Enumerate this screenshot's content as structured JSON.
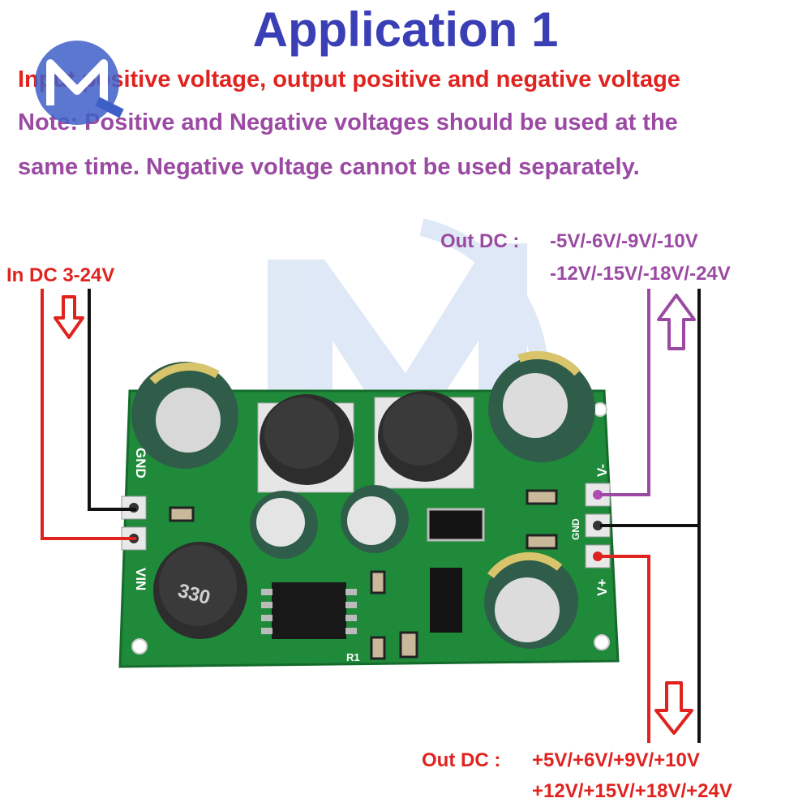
{
  "header": {
    "title": "Application 1",
    "subtitle": "Input positive voltage, output positive and negative voltage",
    "note_line1": "Note: Positive and Negative voltages should be used at the",
    "note_line2": "same time. Negative voltage cannot be used separately."
  },
  "input": {
    "label": "In DC 3-24V"
  },
  "negative_output": {
    "prefix": "Out DC :",
    "line1": "-5V/-6V/-9V/-10V",
    "line2": "-12V/-15V/-18V/-24V"
  },
  "positive_output": {
    "prefix": "Out DC :",
    "line1": "+5V/+6V/+9V/+10V",
    "line2": "+12V/+15V/+18V/+24V"
  },
  "board": {
    "pin_gnd_left": "GND",
    "pin_vin": "VIN",
    "pin_vminus": "V-",
    "pin_gnd_right": "GND",
    "pin_vplus": "V+",
    "inductor_marking": "330",
    "resistor_label": "R1"
  },
  "colors": {
    "title": "#3b3fb5",
    "red": "#e0231f",
    "purple": "#9b4aa3",
    "pcb": "#1f8a3a"
  }
}
